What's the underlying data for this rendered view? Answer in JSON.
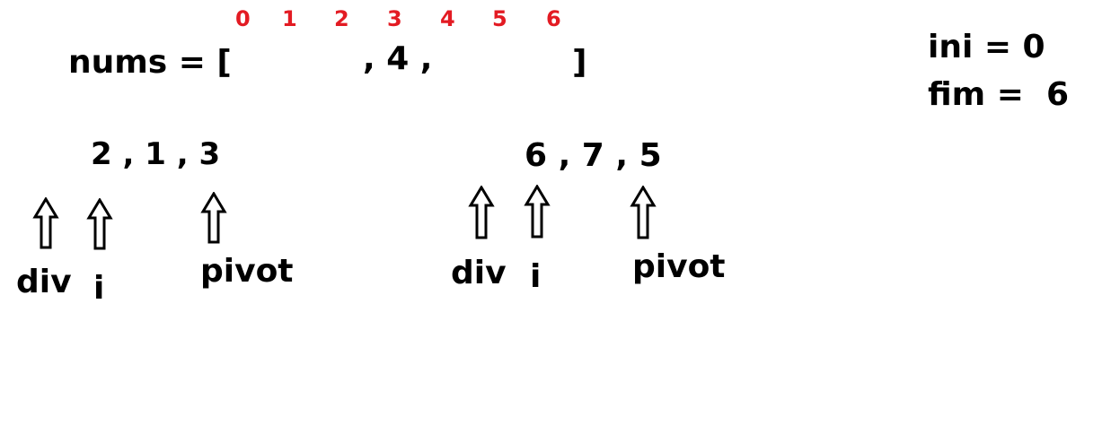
{
  "array": {
    "prefix": "nums = [",
    "middle": ", 4 ,",
    "suffix": "]",
    "indices": [
      "0",
      "1",
      "2",
      "3",
      "4",
      "5",
      "6"
    ]
  },
  "vars": {
    "ini": "ini = 0",
    "fim": "fim =  6"
  },
  "left_partition": {
    "values": "2 , 1 , 3",
    "labels": {
      "div": "div",
      "i": "i",
      "pivot": "pivot"
    }
  },
  "right_partition": {
    "values": "6 , 7 , 5",
    "labels": {
      "div": "div",
      "i": "i",
      "pivot": "pivot"
    }
  },
  "colors": {
    "index": "#e31b23",
    "text": "#000000",
    "background": "#ffffff"
  }
}
